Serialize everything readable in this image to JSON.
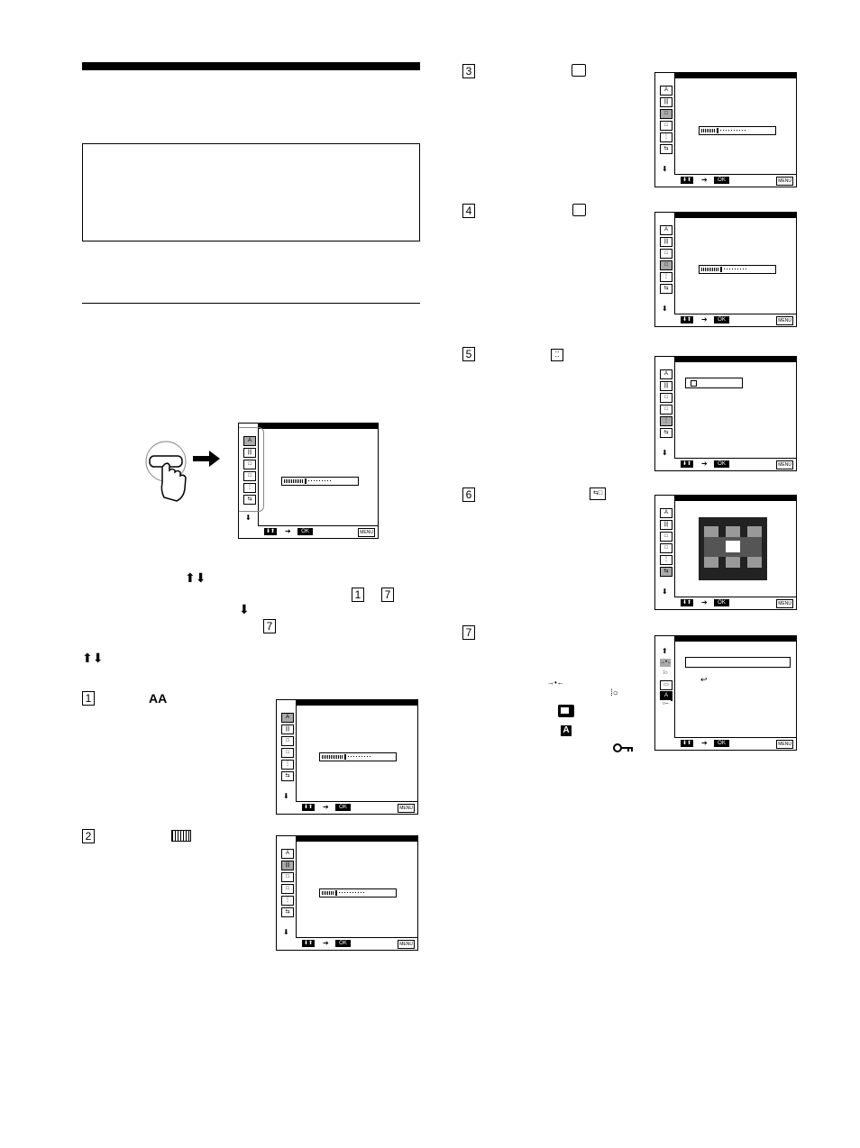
{
  "steps": {
    "s1": "1",
    "s2": "2",
    "s3": "3",
    "s4": "4",
    "s5": "5",
    "s6": "6",
    "s7": "7"
  },
  "instruction": {
    "updown_arrows": "⬆⬇",
    "ref_first": "1",
    "ref_dash": "–",
    "ref_last": "7",
    "down_arrow": "⬇",
    "ref_last2": "7",
    "updown_arrows2": "⬆⬇"
  },
  "osd": {
    "select_label": "⬇⬆",
    "arrow": "➔",
    "ok_label": "OK",
    "menu_label": "MENU",
    "down_icon": "⬇",
    "up_icon": "⬆"
  },
  "icons": [
    "contrast-icon",
    "pitch-icon",
    "hsize-icon",
    "vsize-icon",
    "convergence-icon",
    "zoom-icon",
    "option-icon"
  ]
}
